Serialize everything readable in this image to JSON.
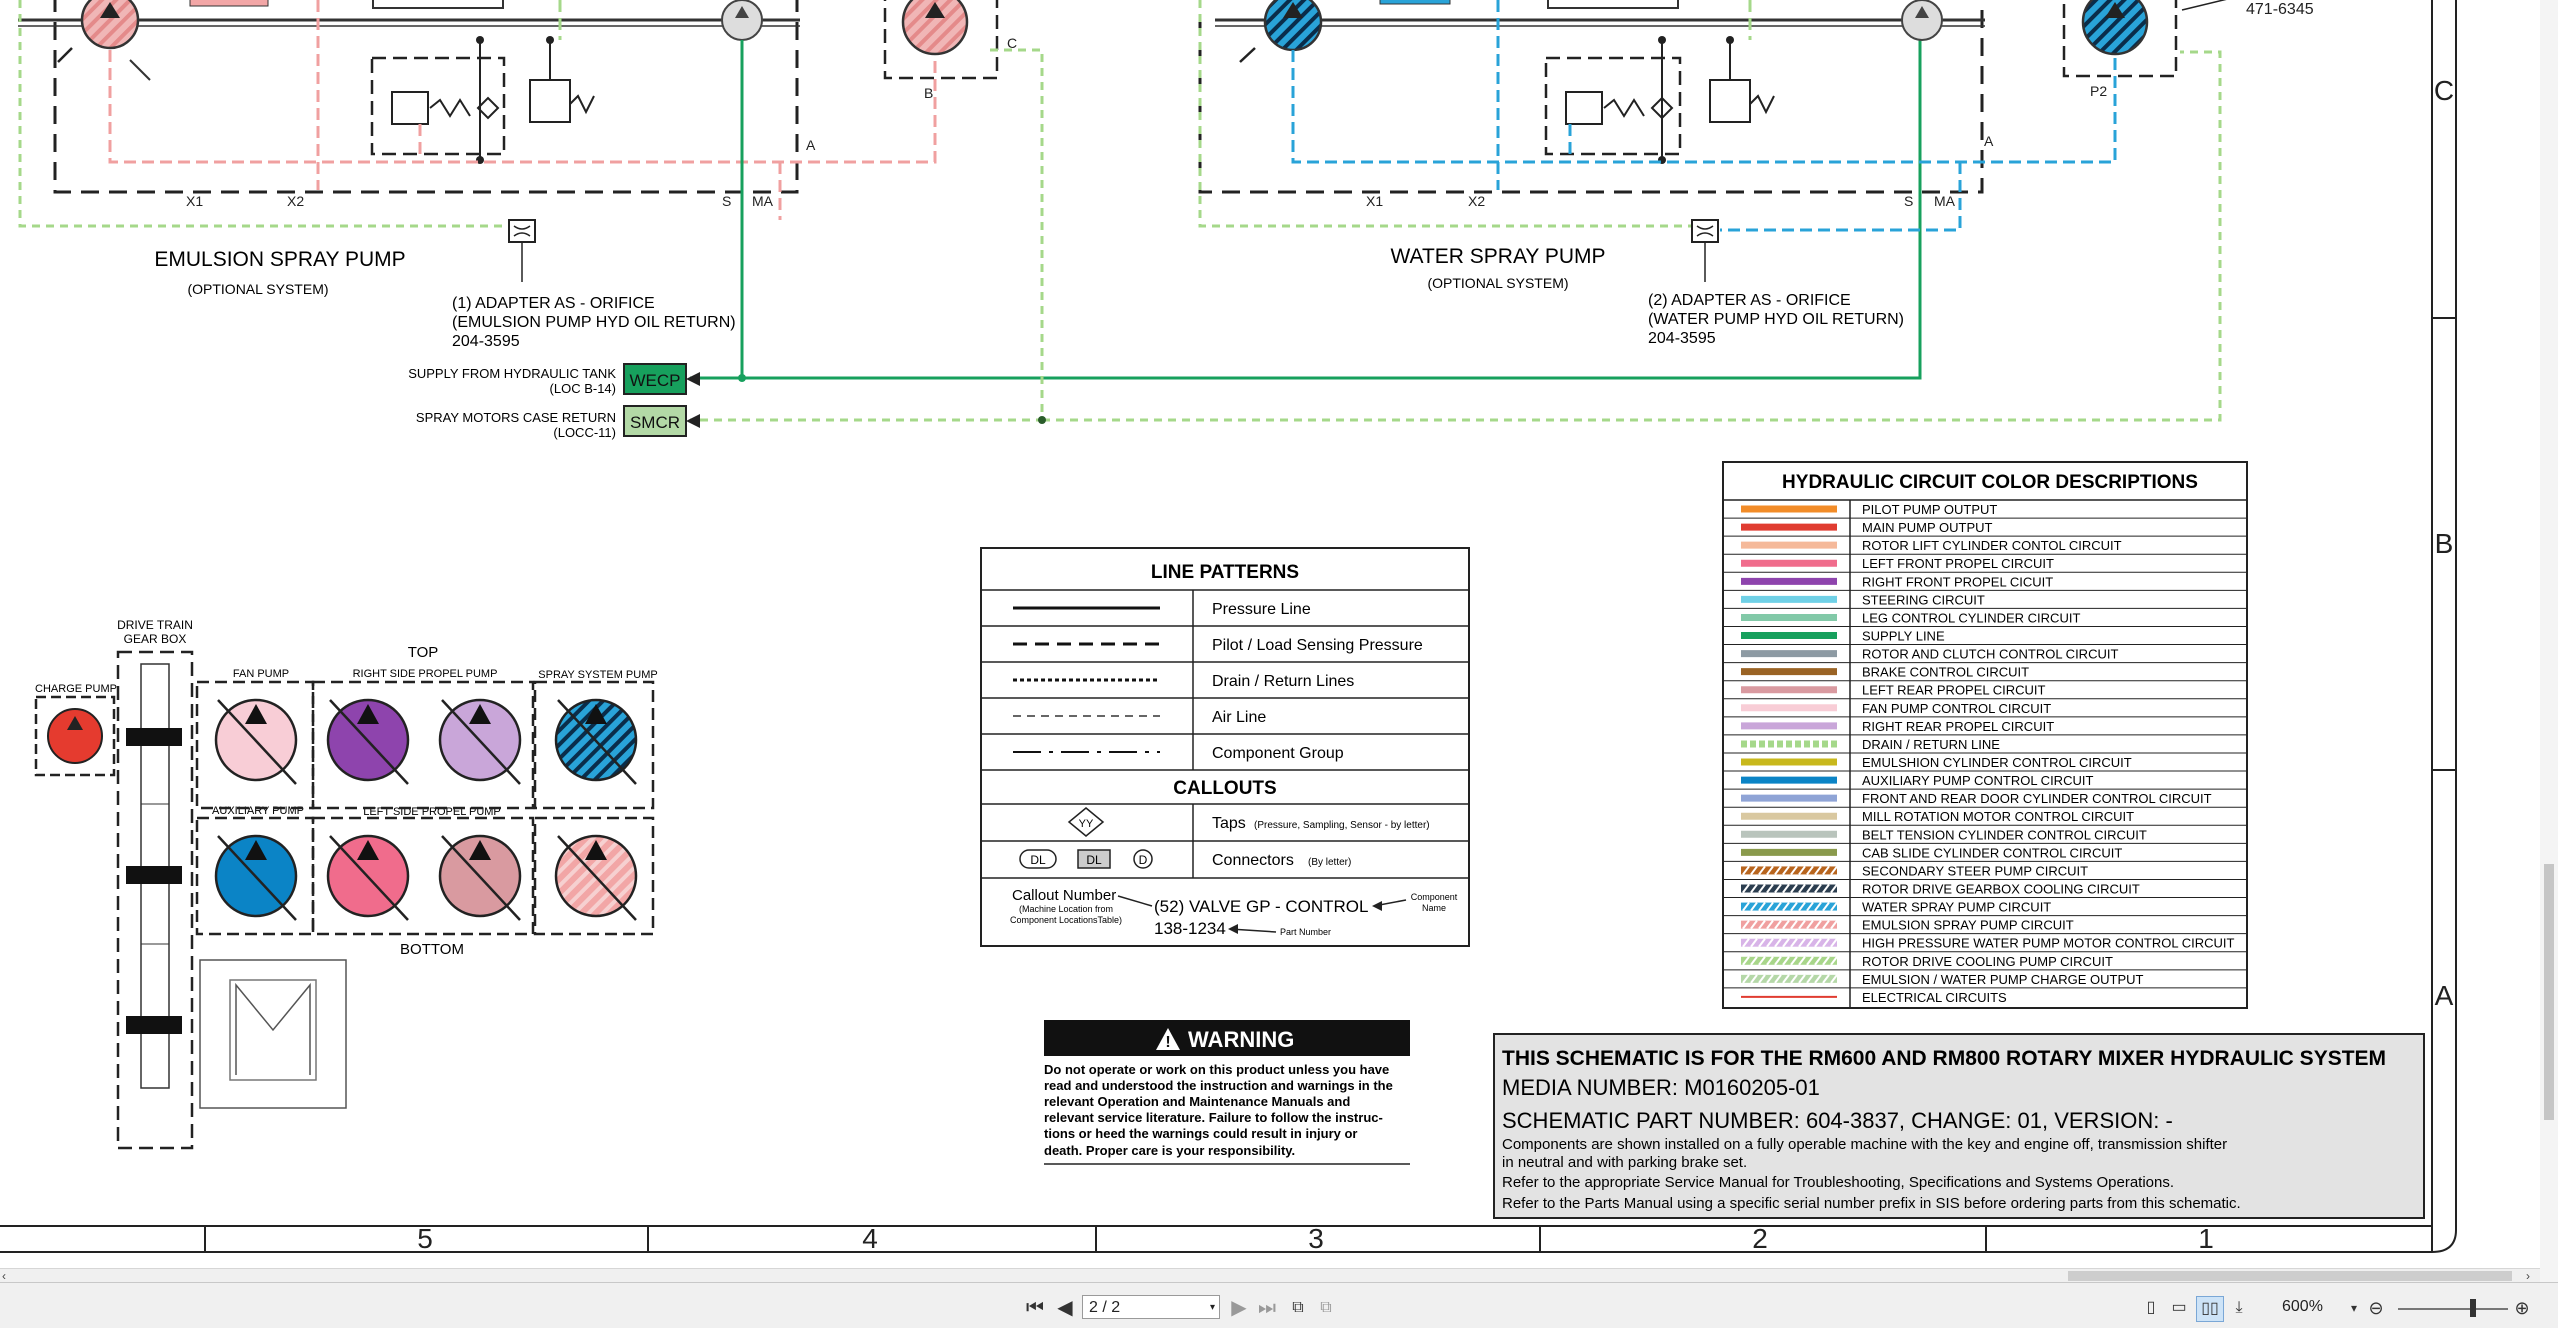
{
  "emulsion": {
    "title": "EMULSION SPRAY PUMP",
    "subtitle": "(OPTIONAL SYSTEM)",
    "adapter_lines": [
      "(1) ADAPTER AS - ORIFICE",
      "(EMULSION PUMP HYD OIL RETURN)",
      "204-3595"
    ],
    "port_labels": [
      "X1",
      "X2",
      "S",
      "MA",
      "A",
      "B",
      "C"
    ]
  },
  "water": {
    "title": "WATER SPRAY PUMP",
    "subtitle": "(OPTIONAL SYSTEM)",
    "adapter_lines": [
      "(2) ADAPTER AS - ORIFICE",
      "(WATER PUMP HYD OIL RETURN)",
      "204-3595"
    ],
    "port_labels": [
      "X1",
      "X2",
      "S",
      "MA",
      "A",
      "P2"
    ],
    "part_ref": "471-6345"
  },
  "connectors": {
    "wecp": {
      "label": "WECP",
      "desc": "SUPPLY FROM HYDRAULIC TANK",
      "loc": "(LOC B-14)"
    },
    "smcr": {
      "label": "SMCR",
      "desc": "SPRAY MOTORS CASE RETURN",
      "loc": "(LOCC-11)"
    }
  },
  "gearbox": {
    "drive_train": [
      "DRIVE TRAIN",
      "GEAR BOX"
    ],
    "top": "TOP",
    "bottom": "BOTTOM",
    "charge_pump": "CHARGE PUMP",
    "fan_pump": "FAN PUMP",
    "right_side_propel": "RIGHT SIDE PROPEL PUMP",
    "spray_system_pump": "SPRAY SYSTEM PUMP",
    "auxiliary_pump": "AUXILIARY PUMP",
    "left_side_propel": "LEFT SIDE PROPEL PUMP"
  },
  "line_patterns": {
    "title": "LINE PATTERNS",
    "items": [
      "Pressure Line",
      "Pilot / Load Sensing Pressure",
      "Drain / Return Lines",
      "Air Line",
      "Component Group"
    ],
    "callouts_title": "CALLOUTS",
    "taps_label": "Taps",
    "taps_note": "(Pressure, Sampling, Sensor - by letter)",
    "taps_symbol": "YY",
    "connectors_label": "Connectors",
    "connectors_note": "(By letter)",
    "conn_symbols": [
      "DL",
      "DL",
      "D"
    ],
    "callout_number": "Callout Number",
    "callout_note_1": "(Machine Location from",
    "callout_note_2": "Component LocationsTable)",
    "callout_example": "(52) VALVE GP - CONTROL",
    "component_name_1": "Component",
    "component_name_2": "Name",
    "part_number_example": "138-1234",
    "part_number_label": "Part Number"
  },
  "color_descriptions": {
    "title": "HYDRAULIC CIRCUIT COLOR DESCRIPTIONS",
    "items": [
      {
        "label": "PILOT PUMP OUTPUT",
        "color": "#f28c28",
        "style": "solid"
      },
      {
        "label": "MAIN PUMP OUTPUT",
        "color": "#e03c31",
        "style": "solid"
      },
      {
        "label": "ROTOR LIFT CYLINDER CONTOL CIRCUIT",
        "color": "#f5b99a",
        "style": "solid"
      },
      {
        "label": "LEFT FRONT PROPEL CIRCUIT",
        "color": "#f06c8c",
        "style": "solid"
      },
      {
        "label": "RIGHT FRONT PROPEL CICUIT",
        "color": "#8e44ad",
        "style": "solid"
      },
      {
        "label": "STEERING CIRCUIT",
        "color": "#6fd0e6",
        "style": "solid"
      },
      {
        "label": "LEG CONTROL CYLINDER CIRCUIT",
        "color": "#82c9a8",
        "style": "solid"
      },
      {
        "label": "SUPPLY LINE",
        "color": "#17a05d",
        "style": "solid"
      },
      {
        "label": "ROTOR AND CLUTCH CONTROL CIRCUIT",
        "color": "#8d9aa3",
        "style": "solid"
      },
      {
        "label": "BRAKE CONTROL CIRCUIT",
        "color": "#9a6324",
        "style": "solid"
      },
      {
        "label": "LEFT REAR PROPEL CIRCUIT",
        "color": "#d99aa0",
        "style": "solid"
      },
      {
        "label": "FAN PUMP CONTROL CIRCUIT",
        "color": "#f8cdd6",
        "style": "solid"
      },
      {
        "label": "RIGHT REAR PROPEL CIRCUIT",
        "color": "#c9a6d9",
        "style": "solid"
      },
      {
        "label": "DRAIN / RETURN LINE",
        "color": "#a5d88a",
        "style": "dashed"
      },
      {
        "label": "EMULSHION CYLINDER CONTROL CIRCUIT",
        "color": "#c8b81c",
        "style": "solid"
      },
      {
        "label": "AUXILIARY PUMP CONTROL CIRCUIT",
        "color": "#0b84c6",
        "style": "solid"
      },
      {
        "label": "FRONT AND REAR DOOR CYLINDER CONTROL CIRCUIT",
        "color": "#8fa4d6",
        "style": "solid"
      },
      {
        "label": "MILL ROTATION MOTOR CONTROL CIRCUIT",
        "color": "#d9c8a0",
        "style": "solid"
      },
      {
        "label": "BELT TENSION CYLINDER CONTROL CIRCUIT",
        "color": "#b9c4bc",
        "style": "solid"
      },
      {
        "label": "CAB SLIDE CYLINDER CONTROL CIRCUIT",
        "color": "#8a9a4c",
        "style": "solid"
      },
      {
        "label": "SECONDARY STEER PUMP CIRCUIT",
        "color": "#b8651e",
        "style": "hatched"
      },
      {
        "label": "ROTOR DRIVE GEARBOX COOLING CIRCUIT",
        "color": "#2c3e50",
        "style": "hatched"
      },
      {
        "label": "WATER SPRAY PUMP CIRCUIT",
        "color": "#29a3d8",
        "style": "hatched"
      },
      {
        "label": "EMULSION SPRAY PUMP CIRCUIT",
        "color": "#f0a0a0",
        "style": "hatched"
      },
      {
        "label": "HIGH PRESSURE WATER PUMP MOTOR CONTROL CIRCUIT",
        "color": "#d8b4e8",
        "style": "hatched"
      },
      {
        "label": "ROTOR DRIVE COOLING PUMP CIRCUIT",
        "color": "#a8d68a",
        "style": "hatched"
      },
      {
        "label": "EMULSION / WATER PUMP CHARGE OUTPUT",
        "color": "#b5d8a8",
        "style": "hatched"
      },
      {
        "label": "ELECTRICAL CIRCUITS",
        "color": "#e03c31",
        "style": "thin"
      }
    ]
  },
  "warning": {
    "title": "WARNING",
    "lines": [
      "Do not operate or work on this product unless you have",
      "read and understood the instruction and warnings in the",
      "relevant Operation and Maintenance Manuals and",
      "relevant service literature. Failure to follow the instruc-",
      "tions or heed the warnings could result in injury or",
      "death. Proper care is your responsibility."
    ]
  },
  "title_block": {
    "heading": "THIS SCHEMATIC IS FOR THE RM600 AND RM800 ROTARY MIXER HYDRAULIC SYSTEM",
    "media_number": "MEDIA NUMBER: M0160205-01",
    "part_number": "SCHEMATIC PART NUMBER: 604-3837, CHANGE: 01, VERSION: -",
    "notes": [
      "Components are shown installed on a fully operable machine with the key and engine off, transmission shifter",
      "in neutral and with parking brake set.",
      "Refer to the appropriate Service Manual for Troubleshooting, Specifications and Systems Operations.",
      "Refer to the Parts Manual using a specific serial number prefix in SIS before ordering parts from this schematic."
    ]
  },
  "grid": {
    "columns": [
      "5",
      "4",
      "3",
      "2",
      "1"
    ],
    "rows": [
      "C",
      "B",
      "A"
    ]
  },
  "viewer": {
    "page_indicator": "2 / 2",
    "zoom": "600%",
    "first_page_icon": "first-page-icon",
    "prev_page_icon": "prev-page-icon",
    "next_page_icon": "next-page-icon",
    "last_page_icon": "last-page-icon"
  }
}
